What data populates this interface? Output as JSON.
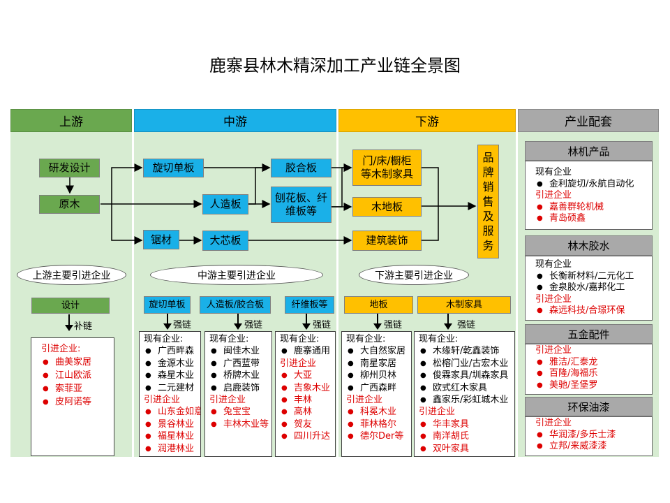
{
  "title": "鹿寨县林木精深加工产业链全景图",
  "columns": {
    "upstream": "上游",
    "midstream": "中游",
    "downstream": "下游",
    "support": "产业配套"
  },
  "flow": {
    "rd": "研发设计",
    "log": "原木",
    "rotary": "旋切单板",
    "sawn": "锯材",
    "artificial": "人造板",
    "blockboard": "大芯板",
    "plywood": "胶合板",
    "particle": "刨花板、纤维板等",
    "furniture": "门/床/橱柜等木制家具",
    "floor": "木地板",
    "decoration": "建筑装饰",
    "brand": "品牌销售及服务"
  },
  "ovals": {
    "up": "上游主要引进企业",
    "mid": "中游主要引进企业",
    "down": "下游主要引进企业"
  },
  "chain_label": "补链",
  "strong_label": "强链",
  "upstream_group": {
    "header": "设计",
    "intro_label": "引进企业:",
    "intro": [
      "曲美家居",
      "江山欧派",
      "索菲亚",
      "皮阿诺等"
    ]
  },
  "mid_groups": [
    {
      "header": "旋切单板",
      "existing_label": "现有企业:",
      "existing": [
        "广西畔森",
        "金源木业",
        "森星木业",
        "二元建材"
      ],
      "intro_label": "引进企业",
      "intro": [
        "山东金如意",
        "景谷林业",
        "福星林业",
        "润港林业"
      ]
    },
    {
      "header": "人造板/胶合板",
      "existing_label": "现有企业:",
      "existing": [
        "闽佳木业",
        "广西蓝带",
        "桥牌木业",
        "启鹿装饰"
      ],
      "intro_label": "引进企业",
      "intro": [
        "兔宝宝",
        "丰林木业等"
      ]
    },
    {
      "header": "纤维板等",
      "existing_label": "现有企业:",
      "existing": [
        "鹿寨通用"
      ],
      "intro_label": "引进企业",
      "intro": [
        "大亚",
        "吉象木业",
        "丰林",
        "高林",
        "贺友",
        "四川升达"
      ]
    }
  ],
  "down_groups": [
    {
      "header": "地板",
      "existing_label": "现有企业:",
      "existing": [
        "大自然家居",
        "南星家居",
        "柳州贝林",
        "广西森畔"
      ],
      "intro_label": "引进企业",
      "intro": [
        "科冕木业",
        "菲林格尔",
        "德尔Der等"
      ]
    },
    {
      "header": "木制家具",
      "existing_label": "现有企业:",
      "existing": [
        "木缘轩/乾鑫装饰",
        "松榕门业/古宏木业",
        "俊霖家具/圳森家具",
        "欧式红木家具",
        "鑫家乐/彩虹城木业"
      ],
      "intro_label": "引进企业",
      "intro": [
        "华丰家具",
        "南洋胡氏",
        "双叶家具"
      ]
    }
  ],
  "support_groups": [
    {
      "header": "林机产品",
      "existing_label": "现有企业",
      "existing": [
        "金利旋切/永航自动化"
      ],
      "intro_label": "引进企业",
      "intro": [
        "嘉善群轮机械",
        "青岛硕鑫"
      ]
    },
    {
      "header": "林木胶水",
      "existing_label": "现有企业",
      "existing": [
        "长衡新材料/二元化工",
        "金泉胶水/嘉邦化工"
      ],
      "intro_label": "引进企业",
      "intro": [
        "森远科技/合璟环保"
      ]
    },
    {
      "header": "五金配件",
      "existing_label": "",
      "existing": [],
      "intro_label": "引进企业",
      "intro": [
        "雅洁/汇泰龙",
        "百隆/海福乐",
        "美驰/圣堡罗"
      ]
    },
    {
      "header": "环保油漆",
      "existing_label": "",
      "existing": [],
      "intro_label": "引进企业",
      "intro": [
        "华润漆/多乐士漆",
        "立邦/来威漆漆"
      ]
    }
  ],
  "colors": {
    "green": "#6aa84f",
    "blue": "#1ab0e8",
    "orange": "#ffc000",
    "gray": "#a9a9a9",
    "panel": "#d7ecd2",
    "red": "#dd0000"
  }
}
